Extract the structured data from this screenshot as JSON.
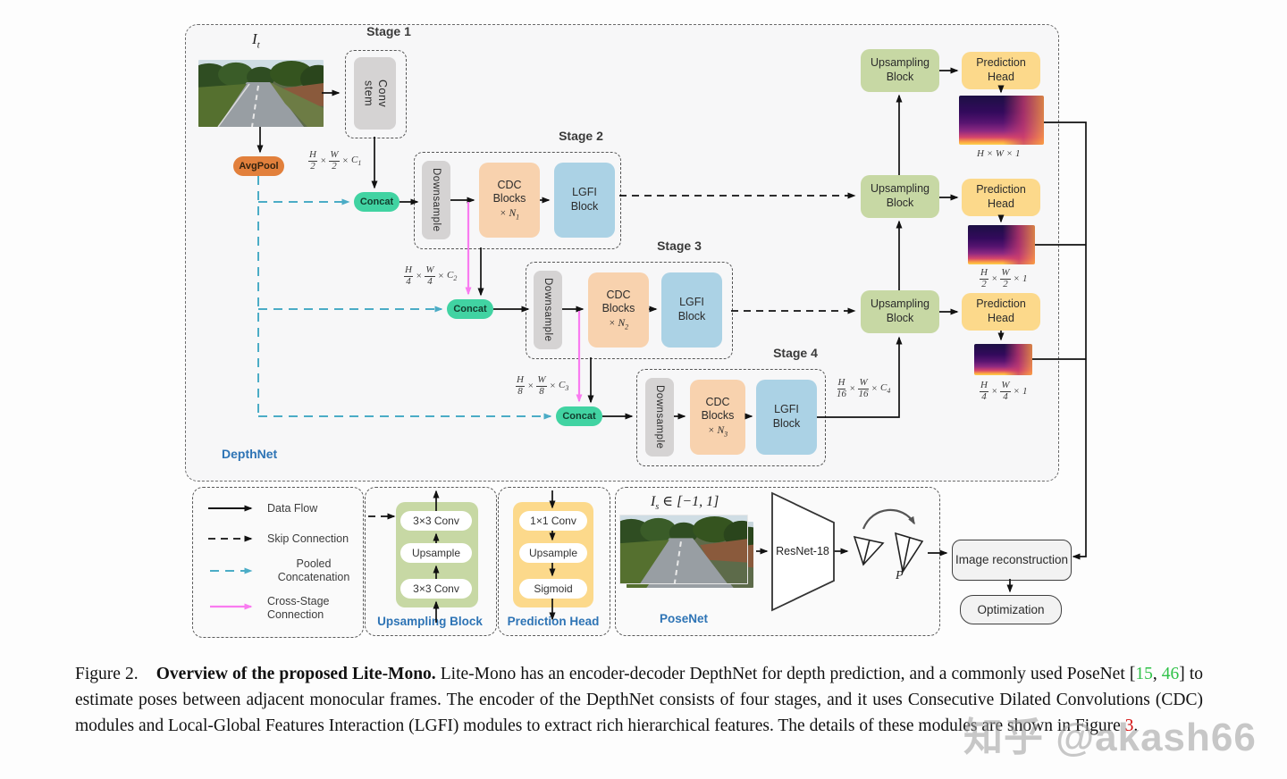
{
  "colors": {
    "accent_blue": "#2e74b5",
    "avgpool_orange": "#e2803c",
    "concat_green": "#41d3a2",
    "cdc_peach": "#f8d2ae",
    "lgfi_blue": "#abd2e5",
    "downsample_gray": "#d5d3d3",
    "upsampling_green": "#c7d8a4",
    "prediction_yellow": "#fcd98b",
    "pooled_cyan": "#4bacc6",
    "cross_stage_magenta": "#f97bf0",
    "citation_green": "#2fc148",
    "figure_ref_red": "#d40f0f"
  },
  "watermark": "知乎 @akash66",
  "depthnet": {
    "label": "DepthNet",
    "input_label": {
      "base": "I",
      "sub": "t"
    },
    "avgpool": "AvgPool",
    "concat": "Concat",
    "stage1": {
      "title": "Stage 1",
      "conv_line1": "Conv",
      "conv_line2": "stem"
    },
    "stages": [
      {
        "title": "Stage 2",
        "downsample": "Downsample",
        "cdc1": "CDC",
        "cdc2": "Blocks",
        "mult": {
          "x": "×",
          "nb": "N",
          "ns": "1"
        },
        "lgfi1": "LGFI",
        "lgfi2": "Block"
      },
      {
        "title": "Stage 3",
        "downsample": "Downsample",
        "cdc1": "CDC",
        "cdc2": "Blocks",
        "mult": {
          "x": "×",
          "nb": "N",
          "ns": "2"
        },
        "lgfi1": "LGFI",
        "lgfi2": "Block"
      },
      {
        "title": "Stage 4",
        "downsample": "Downsample",
        "cdc1": "CDC",
        "cdc2": "Blocks",
        "mult": {
          "x": "×",
          "nb": "N",
          "ns": "3"
        },
        "lgfi1": "LGFI",
        "lgfi2": "Block"
      }
    ],
    "dims": {
      "d1": {
        "hn": "H",
        "hd": "2",
        "x1": "×",
        "wn": "W",
        "wd": "2",
        "x2": "×",
        "cb": "C",
        "cs": "1"
      },
      "d2": {
        "hn": "H",
        "hd": "4",
        "x1": "×",
        "wn": "W",
        "wd": "4",
        "x2": "×",
        "cb": "C",
        "cs": "2"
      },
      "d3": {
        "hn": "H",
        "hd": "8",
        "x1": "×",
        "wn": "W",
        "wd": "8",
        "x2": "×",
        "cb": "C",
        "cs": "3"
      },
      "d4": {
        "hn": "H",
        "hd": "16",
        "x1": "×",
        "wn": "W",
        "wd": "16",
        "x2": "×",
        "cb": "C",
        "cs": "4"
      },
      "o1": "H × W × 1",
      "o2": {
        "hn": "H",
        "hd": "2",
        "x1": "×",
        "wn": "W",
        "wd": "2",
        "x2": "×",
        "cb": "1",
        "cs": ""
      },
      "o3": {
        "hn": "H",
        "hd": "4",
        "x1": "×",
        "wn": "W",
        "wd": "4",
        "x2": "×",
        "cb": "1",
        "cs": ""
      }
    },
    "decoder": {
      "upsampling": "Upsampling Block",
      "prediction": "Prediction Head"
    }
  },
  "legend": {
    "items": [
      {
        "label": "Data Flow"
      },
      {
        "label": "Skip Connection"
      },
      {
        "label": "Pooled Concatenation"
      },
      {
        "label": "Cross-Stage Connection"
      }
    ]
  },
  "upsampling_detail": {
    "title": "Upsampling Block",
    "layers": [
      "3×3 Conv",
      "Upsample",
      "3×3 Conv"
    ]
  },
  "prediction_detail": {
    "title": "Prediction Head",
    "layers": [
      "1×1 Conv",
      "Upsample",
      "Sigmoid"
    ]
  },
  "posenet": {
    "title": "PoseNet",
    "input": {
      "base": "I",
      "sub": "s",
      "rest": " ∈ [−1, 1]"
    },
    "backbone": "ResNet-18",
    "pose_label": "P"
  },
  "reconstruction": {
    "image_reconstruction": "Image reconstruction",
    "optimization": "Optimization"
  },
  "caption": {
    "figure_label": "Figure 2.",
    "bold_title": "Overview of the proposed Lite-Mono.",
    "body_1": " Lite-Mono has an encoder-decoder DepthNet for depth prediction, and a commonly used PoseNet [",
    "cite_1": "15",
    "sep": ", ",
    "cite_2": "46",
    "body_2": "] to estimate poses between adjacent monocular frames. The encoder of the DepthNet consists of four stages, and it uses Consecutive Dilated Convolutions (CDC) modules and Local-Global Features Interaction (LGFI) modules to extract rich hierarchical features. The details of these modules are shown in Figure ",
    "figure_ref": "3",
    "period": "."
  }
}
